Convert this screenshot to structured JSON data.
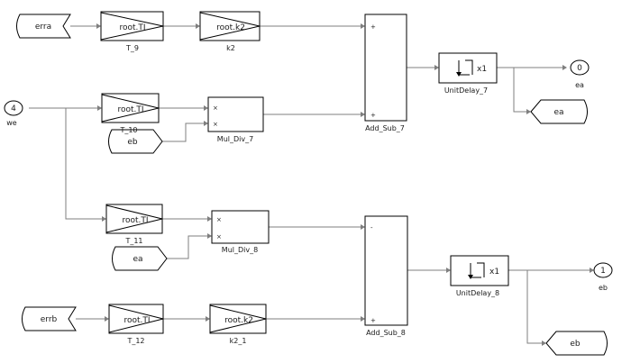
{
  "inports": [
    {
      "id": "we",
      "number": "4",
      "label": "we"
    }
  ],
  "outports": [
    {
      "id": "ea",
      "number": "0",
      "label": "ea"
    },
    {
      "id": "eb",
      "number": "1",
      "label": "eb"
    }
  ],
  "from_tags": [
    {
      "id": "erra",
      "text": "erra"
    },
    {
      "id": "eb_from",
      "text": "eb"
    },
    {
      "id": "ea_from",
      "text": "ea"
    },
    {
      "id": "errb",
      "text": "errb"
    }
  ],
  "goto_tags": [
    {
      "id": "ea_goto",
      "text": "ea"
    },
    {
      "id": "eb_goto",
      "text": "eb"
    }
  ],
  "gains": [
    {
      "id": "t9",
      "text": "root.TI",
      "name": "T_9"
    },
    {
      "id": "k2",
      "text": "root.k2",
      "name": "k2"
    },
    {
      "id": "t10",
      "text": "root.TI",
      "name": "T_10"
    },
    {
      "id": "t11",
      "text": "root.TI",
      "name": "T_11"
    },
    {
      "id": "t12",
      "text": "root.TI",
      "name": "T_12"
    },
    {
      "id": "k21",
      "text": "root.k2",
      "name": "k2_1"
    }
  ],
  "products": [
    {
      "id": "md7",
      "name": "Mul_Div_7",
      "signs": [
        "×",
        "×"
      ]
    },
    {
      "id": "md8",
      "name": "Mul_Div_8",
      "signs": [
        "×",
        "×"
      ]
    }
  ],
  "sums": [
    {
      "id": "as7",
      "name": "Add_Sub_7",
      "signs": [
        "+",
        "+"
      ]
    },
    {
      "id": "as8",
      "name": "Add_Sub_8",
      "signs": [
        "-",
        "+"
      ]
    }
  ],
  "delays": [
    {
      "id": "ud7",
      "name": "UnitDelay_7",
      "text": "x1"
    },
    {
      "id": "ud8",
      "name": "UnitDelay_8",
      "text": "x1"
    }
  ]
}
